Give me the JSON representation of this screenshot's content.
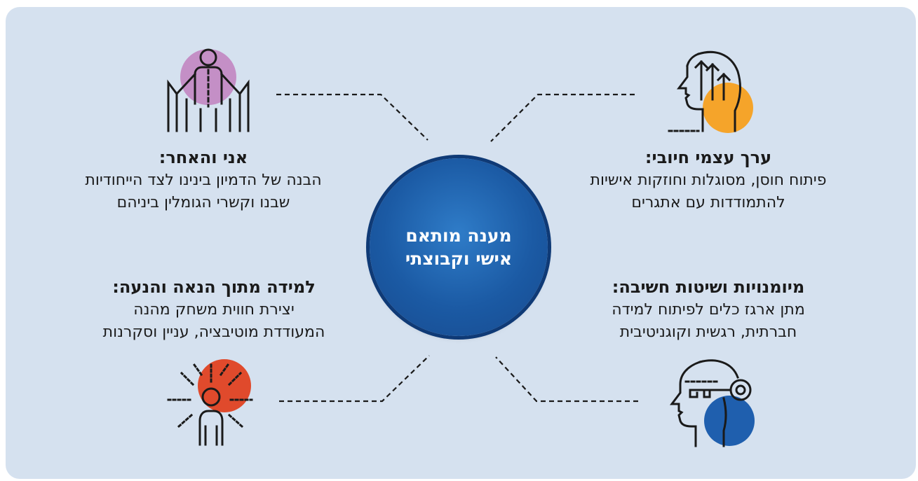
{
  "center": {
    "line1": "מענה מותאם",
    "line2": "אישי וקבוצתי",
    "color": "#1b5aa4"
  },
  "blocks": [
    {
      "id": "positive-self-worth",
      "title": "ערך עצמי חיובי:",
      "line1": "פיתוח חוסן, מסוגלות וחוזקות אישיות",
      "line2": "להתמודדות עם אתגרים",
      "icon": "head-growth-arrows-icon",
      "accent": "#f5a42a"
    },
    {
      "id": "me-and-other",
      "title": "אני והאחר:",
      "line1": "הבנה של הדמיון בינינו לצד הייחודיות",
      "line2": "שבנו וקשרי הגומלין ביניהם",
      "icon": "connected-people-icon",
      "accent": "#c48fc6"
    },
    {
      "id": "skills-thinking",
      "title": "מיומנויות ושיטות חשיבה:",
      "line1": "מתן ארגז כלים לפיתוח למידה",
      "line2": "חברתית, רגשית וקוגניטיבית",
      "icon": "head-key-icon",
      "accent": "#1f5fae"
    },
    {
      "id": "learning-fun",
      "title": "למידה מתוך הנאה והנעה:",
      "line1": "יצירת חווית משחק מהנה",
      "line2": "המעודדת מוטיבציה, עניין וסקרנות",
      "icon": "sparkle-person-icon",
      "accent": "#e04a2c"
    }
  ]
}
